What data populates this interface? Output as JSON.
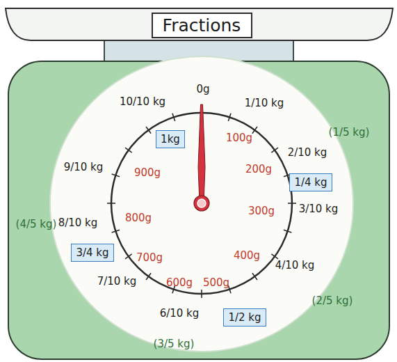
{
  "diagram": {
    "nodes": [
      {
        "text": [
          "Fractions"
        ]
      },
      {
        "text": [
          "1kg"
        ]
      },
      {
        "text": [
          "1/4 kg"
        ]
      },
      {
        "text": [
          "1/2 kg"
        ]
      },
      {
        "text": [
          "3/4 kg"
        ]
      }
    ],
    "labels": [
      "0g",
      "1/10 kg",
      "2/10 kg",
      "3/10 kg",
      "4/10 kg",
      "6/10 kg",
      "7/10 kg",
      "8/10 kg",
      "9/10 kg",
      "10/10 kg",
      "100g",
      "200g",
      "300g",
      "400g",
      "500g",
      "600g",
      "700g",
      "800g",
      "900g",
      "(1/5 kg)",
      "(2/5 kg)",
      "(3/5 kg)",
      "(4/5 kg)"
    ]
  }
}
